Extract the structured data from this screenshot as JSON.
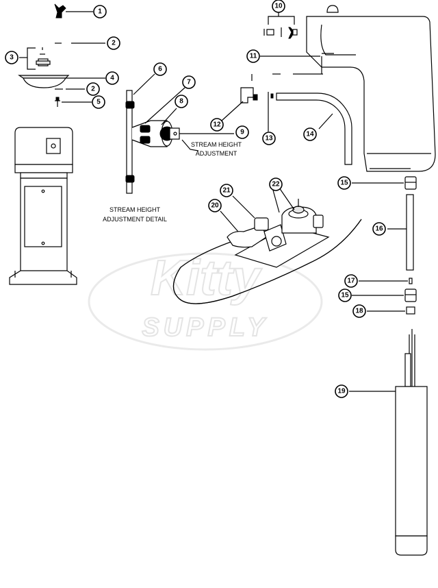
{
  "labels": {
    "stream_height_adjustment": [
      "STREAM HEIGHT",
      "ADJUSTMENT"
    ],
    "stream_height_detail": [
      "STREAM HEIGHT",
      "ADJUSTMENT DETAIL"
    ]
  },
  "callouts": [
    "1",
    "2",
    "3",
    "4",
    "2",
    "5",
    "6",
    "7",
    "8",
    "9",
    "10",
    "11",
    "12",
    "13",
    "14",
    "15",
    "16",
    "17",
    "15",
    "18",
    "19",
    "20",
    "21",
    "22"
  ],
  "watermark": {
    "brand": "Kitty",
    "sub": "SUPPLY",
    "color": "#d9d9d9"
  }
}
